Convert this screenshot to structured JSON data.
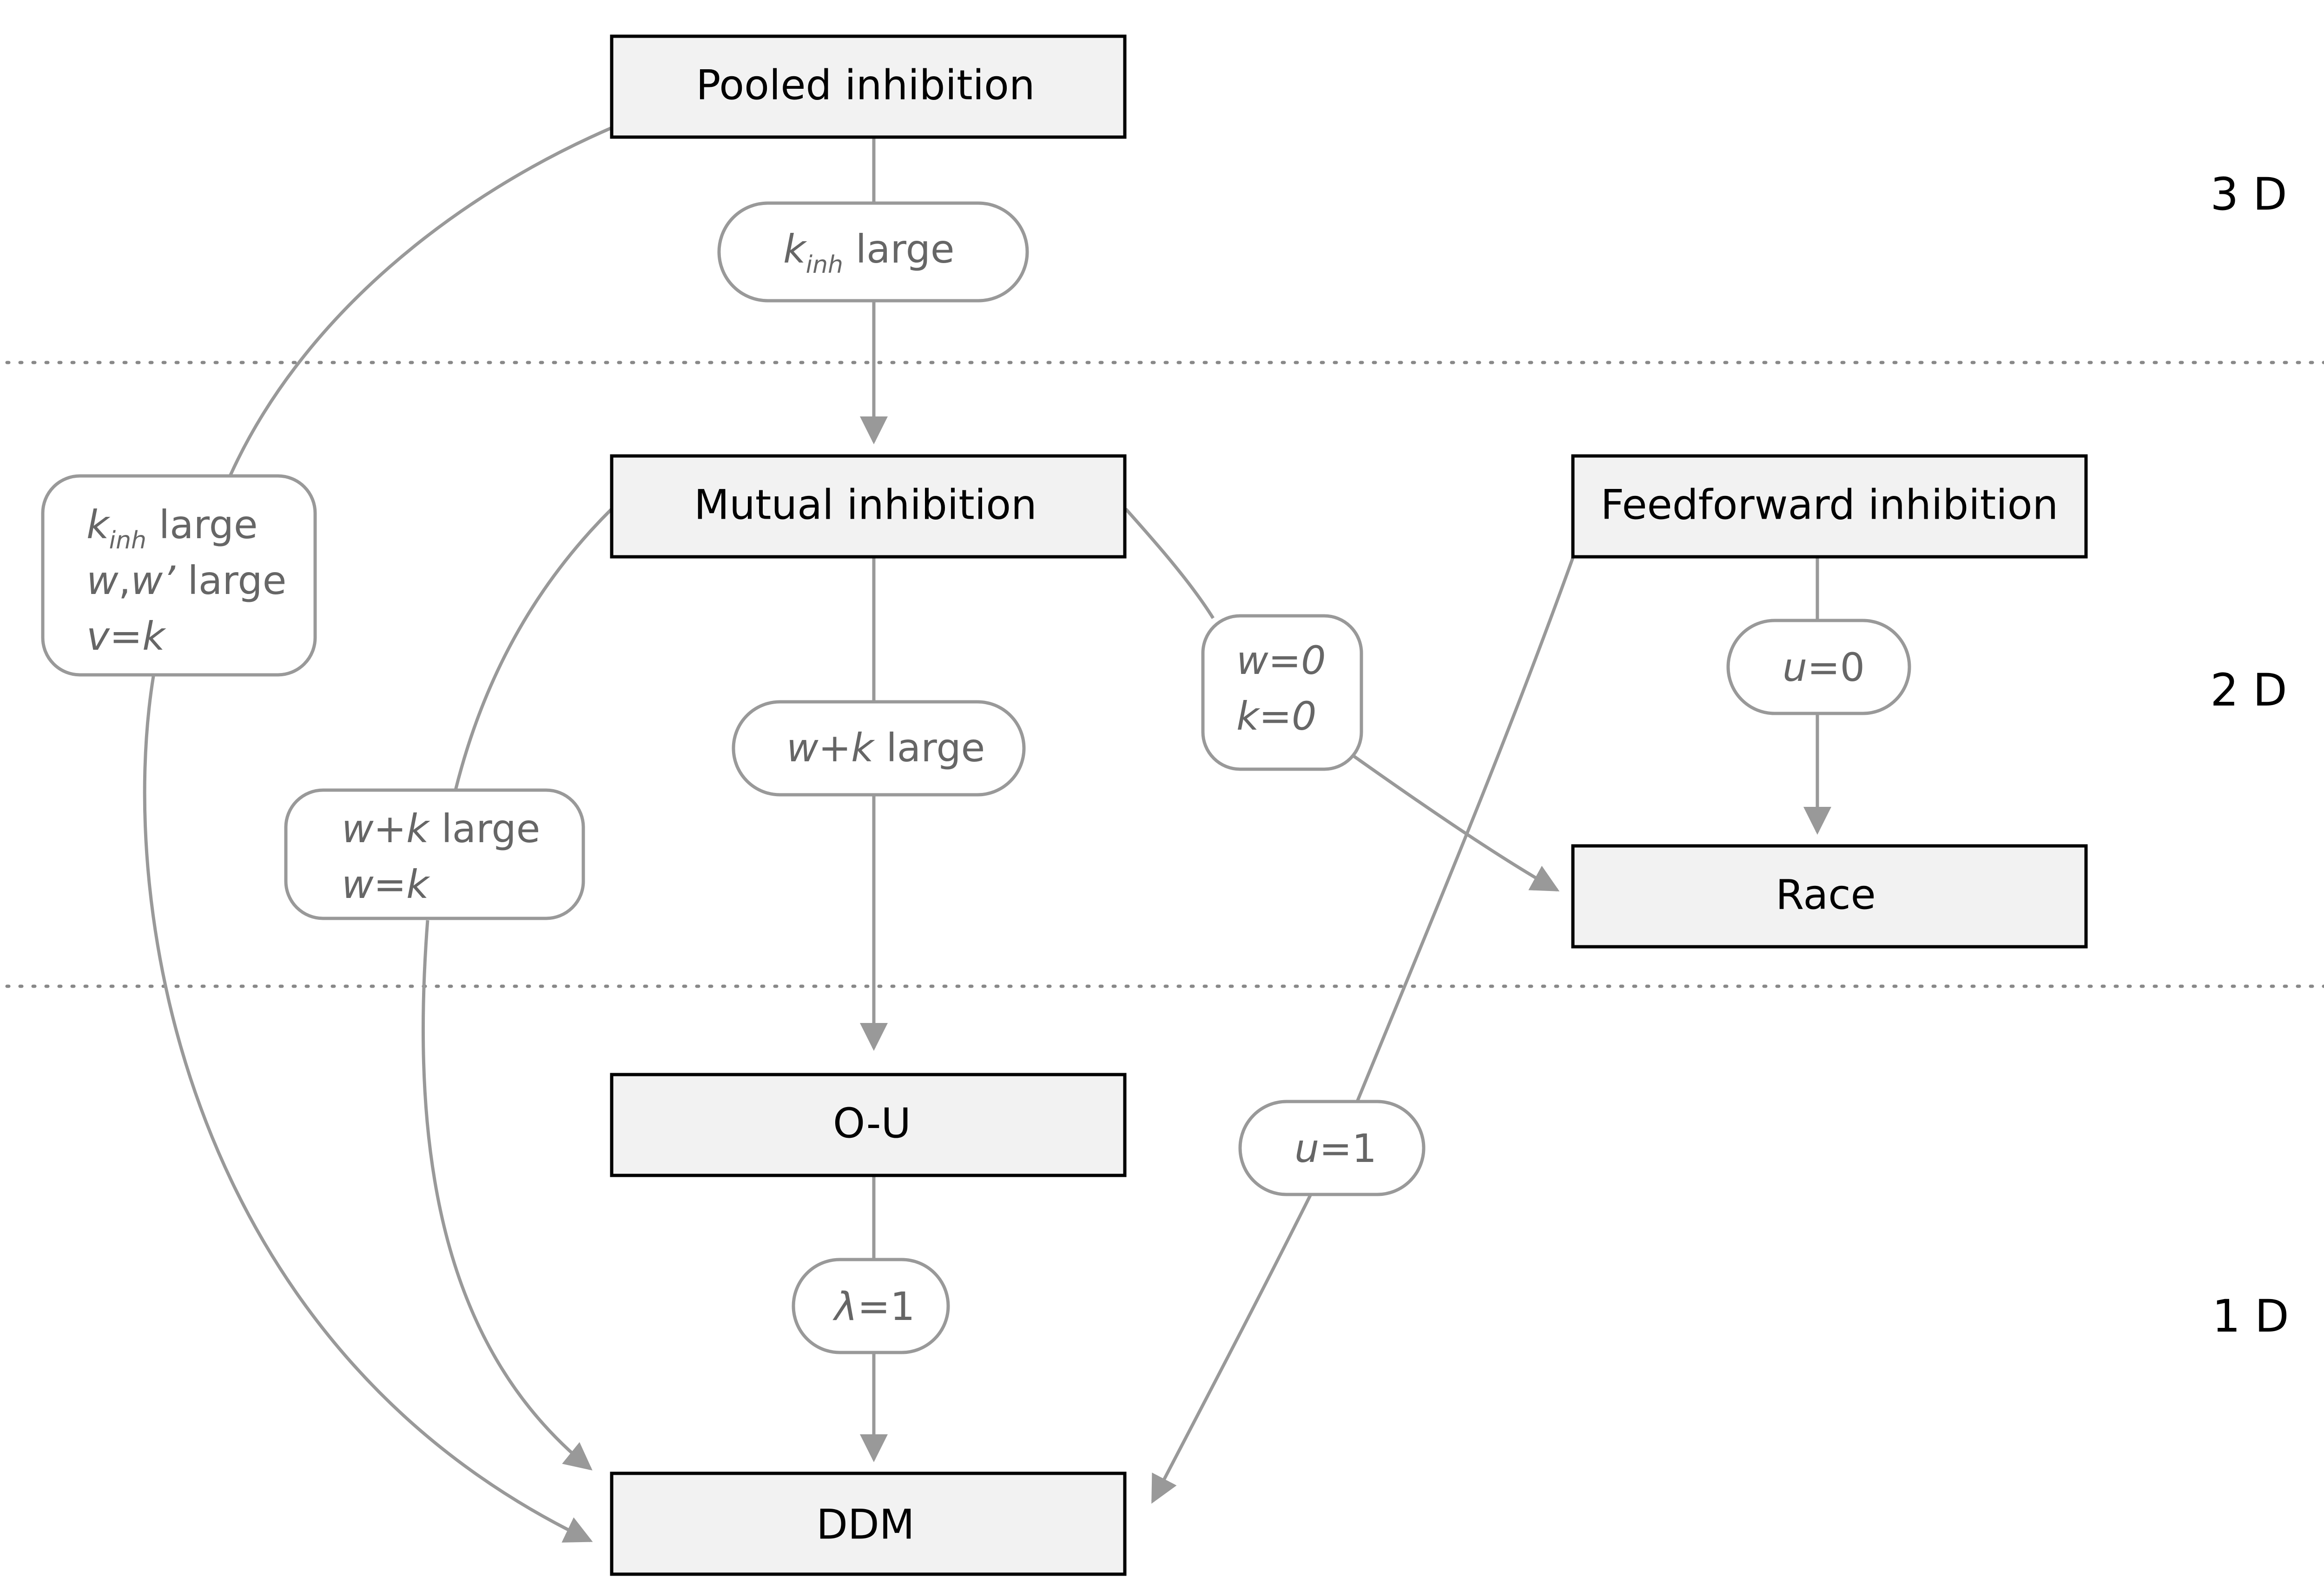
{
  "nodes": {
    "pooled": "Pooled inhibition",
    "mutual": "Mutual inhibition",
    "feedforward": "Feedforward inhibition",
    "race": "Race",
    "ou": "O-U",
    "ddm": "DDM"
  },
  "dimensions": {
    "d3": "3 D",
    "d2": "2 D",
    "d1": "1 D"
  },
  "conditions": {
    "pooled_to_mutual": {
      "k": "k",
      "sub": "inh",
      "rest": " large"
    },
    "pooled_to_ddm": {
      "line1": {
        "k": "k",
        "sub": "inh",
        "rest": " large"
      },
      "line2": {
        "w": "w",
        "sep": ",",
        "w2": "w’",
        "rest": " large"
      },
      "line3": {
        "v": "v",
        "eq": "=",
        "k": "k"
      }
    },
    "mutual_to_ddm": {
      "line1": {
        "w": "w",
        "plus": "+",
        "k": "k",
        "rest": " large"
      },
      "line2": {
        "w": "w",
        "eq": "=",
        "k": "k"
      }
    },
    "mutual_to_ou": {
      "w": "w",
      "plus": "+",
      "k": "k",
      "rest": " large"
    },
    "mutual_to_race": {
      "line1": "w=0",
      "line2": "k=0"
    },
    "feedforward_to_race": {
      "u": "u",
      "rest": "=0"
    },
    "feedforward_to_ddm": {
      "u": "u",
      "rest": "=1"
    },
    "ou_to_ddm": {
      "l": "λ",
      "rest": "=1"
    }
  }
}
